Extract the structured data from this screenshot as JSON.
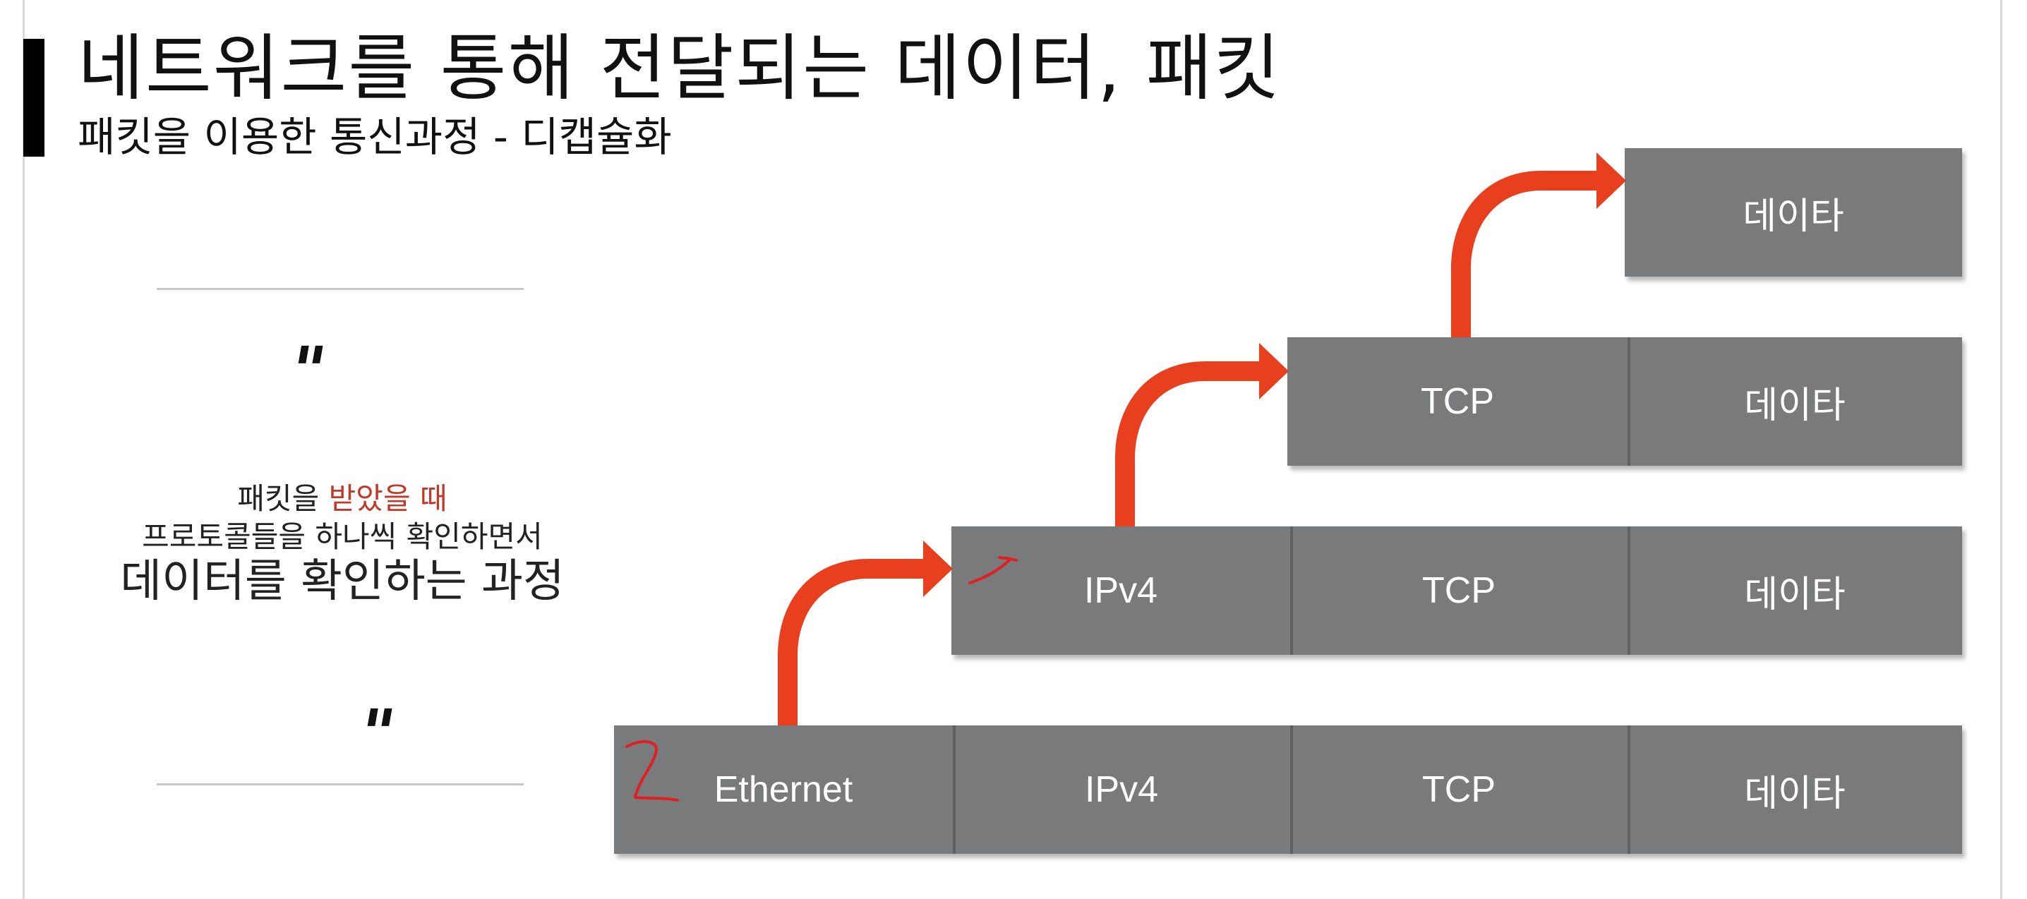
{
  "slide": {
    "title": "네트워크를 통해 전달되는 데이터, 패킷",
    "subtitle": "패킷을 이용한 통신과정 - 디캡슐화"
  },
  "quote": {
    "open_mark": "\"",
    "close_mark": "\"",
    "line1_prefix": "패킷을 ",
    "line1_highlight": "받았을 때",
    "line2": "프로토콜들을 하나씩 확인하면서",
    "line3": "데이터를 확인하는 과정",
    "highlight_color": "#c0392b"
  },
  "diagram": {
    "rows": [
      {
        "cells": [
          "Ethernet",
          "IPv4",
          "TCP",
          "데이타"
        ]
      },
      {
        "cells": [
          "IPv4",
          "TCP",
          "데이타"
        ]
      },
      {
        "cells": [
          "TCP",
          "데이타"
        ]
      },
      {
        "cells": [
          "데이타"
        ]
      }
    ],
    "cell_color": "#797a7c",
    "arrow_color": "#e8401f",
    "annotation_color": "#e02020"
  }
}
